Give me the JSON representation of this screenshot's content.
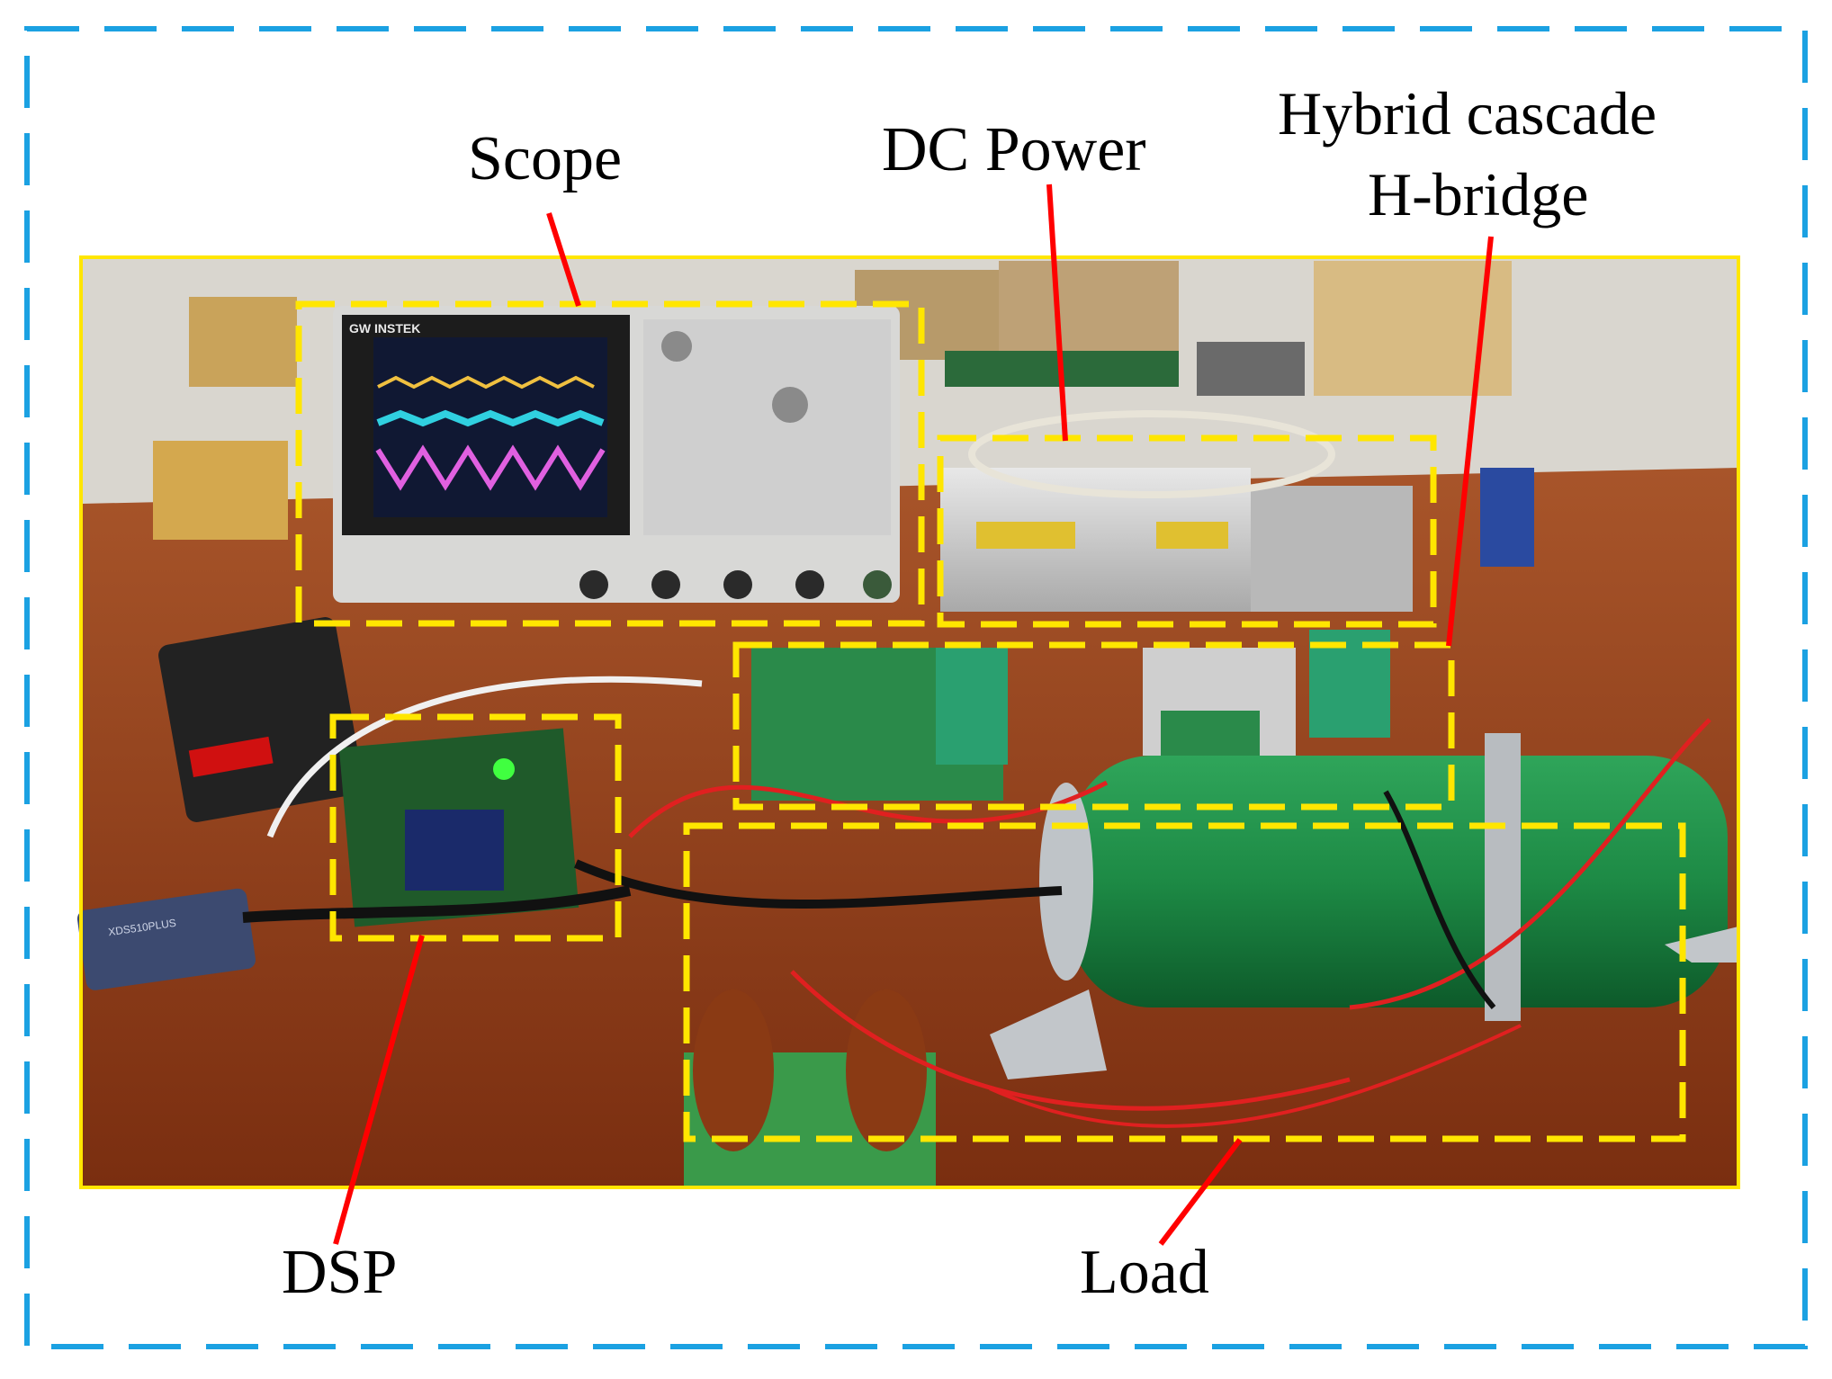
{
  "labels": {
    "scope": "Scope",
    "dc_power": "DC Power",
    "hybrid_line1": "Hybrid cascade",
    "hybrid_line2": "H-bridge",
    "dsp": "DSP",
    "load": "Load"
  },
  "photo_text": {
    "scope_brand": "GW INSTEK",
    "probe_brand": "XDS510PLUS"
  },
  "colors": {
    "outer_frame": "#1ba1e2",
    "highlight_box": "#ffe600",
    "pointer_line": "#ff0000",
    "table": "#8a3a16",
    "wall": "#d9d6cf"
  }
}
